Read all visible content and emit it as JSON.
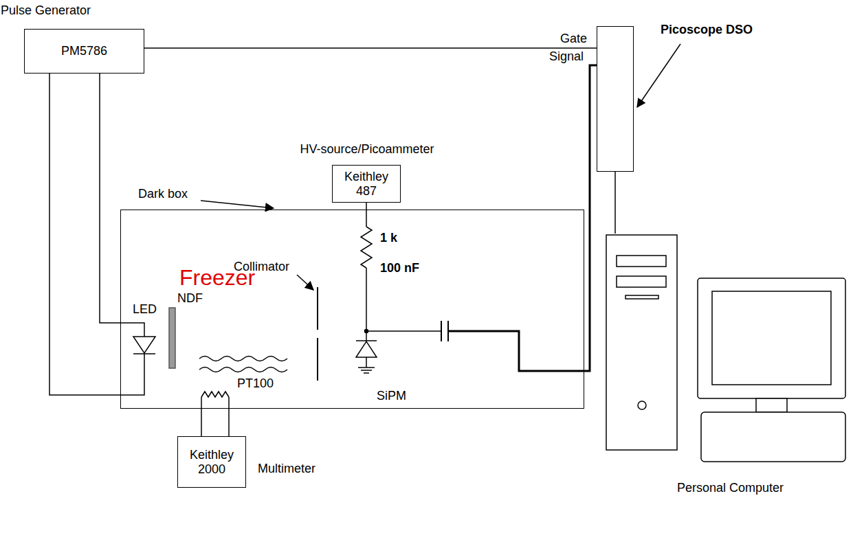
{
  "diagram": {
    "nodes": [
      {
        "text": [
          "Pulse Generator",
          "PM5786"
        ]
      },
      {
        "text": [
          "Picoscope DSO"
        ]
      },
      {
        "text": [
          "HV-source/Picoammeter",
          "Keithley 487"
        ]
      },
      {
        "text": [
          "Dark box",
          "Freezer"
        ]
      },
      {
        "text": [
          "Keithley 2000",
          "Multimeter"
        ]
      },
      {
        "text": [
          "Personal Computer"
        ]
      }
    ],
    "edges": [
      {
        "from": 0,
        "to": 1,
        "arrow": "none",
        "label": "Gate"
      },
      {
        "from": 3,
        "to": 1,
        "arrow": "none",
        "label": "Signal"
      },
      {
        "from": 2,
        "to": 3,
        "arrow": "none"
      },
      {
        "from": 1,
        "to": 5,
        "arrow": "none"
      },
      {
        "from": 0,
        "to": 3,
        "arrow": "none"
      },
      {
        "from": 0,
        "to": 3,
        "arrow": "none"
      },
      {
        "from": 4,
        "to": 3,
        "arrow": "none"
      },
      {
        "from": 4,
        "to": 3,
        "arrow": "none"
      }
    ],
    "labels": [
      "LED",
      "NDF",
      "Collimator",
      "1 k",
      "100 nF",
      "PT100",
      "SiPM"
    ]
  }
}
